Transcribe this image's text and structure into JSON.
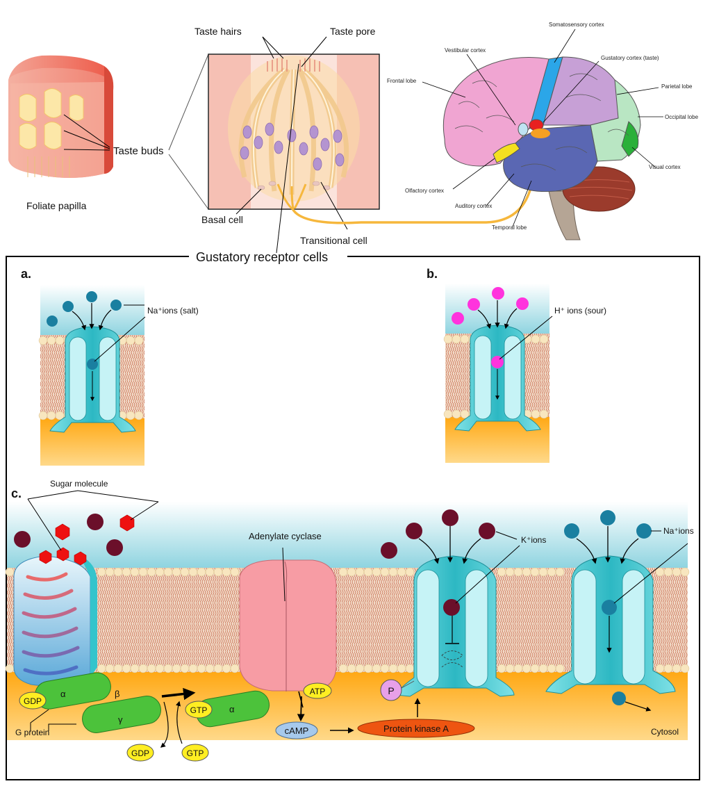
{
  "top": {
    "foliate_papilla": "Foliate papilla",
    "taste_buds": "Taste buds",
    "taste_hairs": "Taste hairs",
    "taste_pore": "Taste pore",
    "basal_cell": "Basal cell",
    "transitional_cell": "Transitional cell",
    "gustatory_receptor_cells": "Gustatory receptor cells"
  },
  "brain": {
    "somatosensory_cortex": "Somatosensory cortex",
    "vestibular_cortex": "Vestibular cortex",
    "gustatory_cortex": "Gustatory cortex (taste)",
    "frontal_lobe": "Frontal lobe",
    "parietal_lobe": "Parietal lobe",
    "occipital_lobe": "Occipital lobe",
    "visual_cortex": "Visual cortex",
    "olfactory_cortex": "Olfactory cortex",
    "auditory_cortex": "Auditory cortex",
    "temporal_lobe": "Temporal lobe"
  },
  "panel_a": {
    "letter": "a.",
    "label": "Na⁺ions (salt)"
  },
  "panel_b": {
    "letter": "b.",
    "label": "H⁺ ions (sour)"
  },
  "panel_c": {
    "letter": "c.",
    "sugar_molecule": "Sugar molecule",
    "adenylate_cyclase": "Adenylate cyclase",
    "k_ions": "K⁺ions",
    "na_ions": "Na⁺ions",
    "gdp": "GDP",
    "gtp": "GTP",
    "alpha": "α",
    "beta": "β",
    "gamma": "γ",
    "g_protein": "G protein",
    "atp": "ATP",
    "camp": "cAMP",
    "protein_kinase_a": "Protein kinase A",
    "p": "P",
    "cytosol": "Cytosol"
  },
  "colors": {
    "na_ion": "#1a7fa0",
    "h_ion": "#ff33dd",
    "k_ion": "#6b0f2a",
    "sugar": "#ee1111",
    "channel": "#3cc7d0",
    "extracellular": "#9edbe6",
    "cytosol": "#ffa814",
    "g_protein": "#4cc23b",
    "cyclase": "#f59aa3",
    "pka": "#ee5511",
    "camp": "#a6c9ec",
    "nucleotide": "#ffee22",
    "phosphate": "#e8a0e8",
    "nerve": "#f6b73c"
  }
}
